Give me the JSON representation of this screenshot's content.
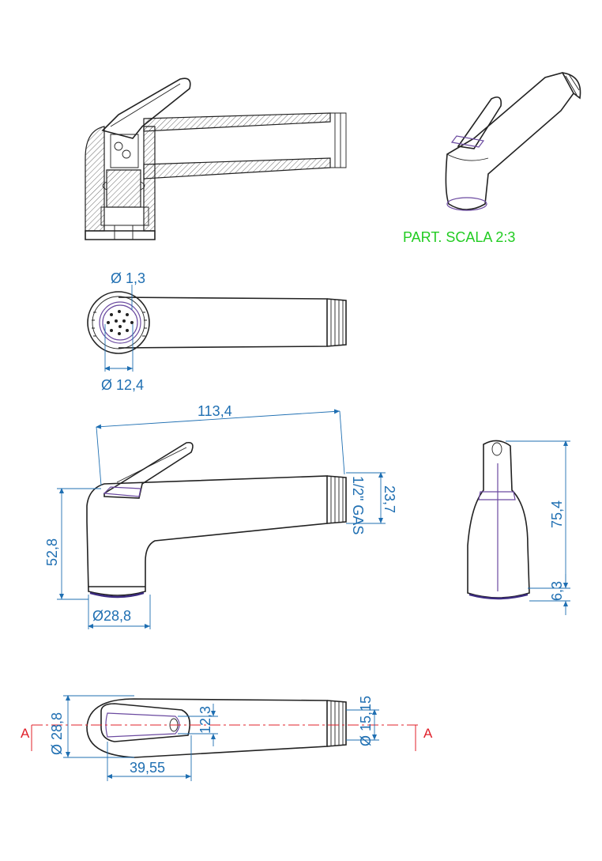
{
  "note": {
    "scale_label": "PART. SCALA 2:3",
    "color": "#22cc22"
  },
  "dimensions": {
    "hole_diameter": "Ø 1,3",
    "face_diameter": "Ø 12,4",
    "overall_length": "113,4",
    "thread_height": "23,7",
    "thread_spec": "1/2\" GAS",
    "overall_height": "52,8",
    "base_diameter": "Ø28,8",
    "side_height": "75,4",
    "base_ring": "6,3",
    "top_width": "Ø 28,8",
    "lever_width": "12,3",
    "lever_length": "39,55",
    "thread_diameter": "Ø 15,15"
  },
  "section": {
    "left_marker": "A",
    "right_marker": "A"
  },
  "colors": {
    "dimension": "#1f6fb2",
    "section_line": "#e0202a",
    "accent": "#6b4aa0"
  }
}
